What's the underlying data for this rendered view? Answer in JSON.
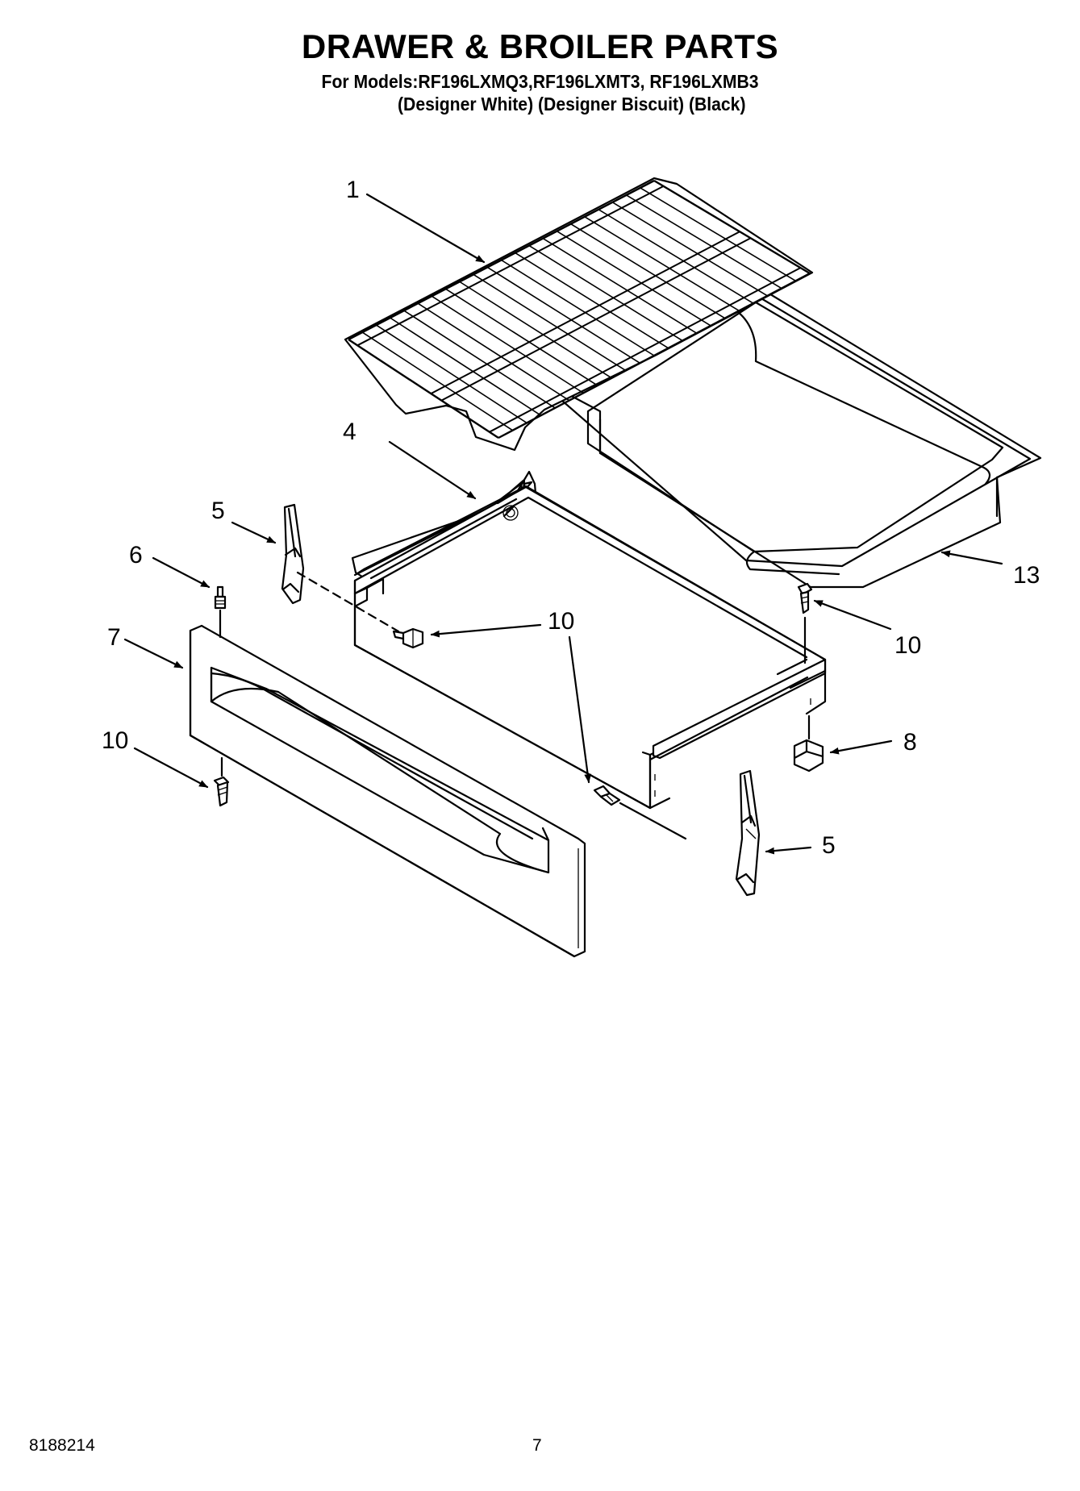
{
  "header": {
    "title": "DRAWER & BROILER PARTS",
    "models_line": "For Models:RF196LXMQ3,RF196LXMT3, RF196LXMB3",
    "colors_line": "(Designer White) (Designer Biscuit) (Black)"
  },
  "callouts": {
    "rack": "1",
    "drawer_body": "4",
    "glide_left": "5",
    "glide_right": "5",
    "stud": "6",
    "drawer_front": "7",
    "clip": "8",
    "screw_center": "10",
    "screw_right": "10",
    "screw_front": "10",
    "broiler_pan": "13"
  },
  "footer": {
    "doc_number": "8188214",
    "page_number": "7"
  }
}
